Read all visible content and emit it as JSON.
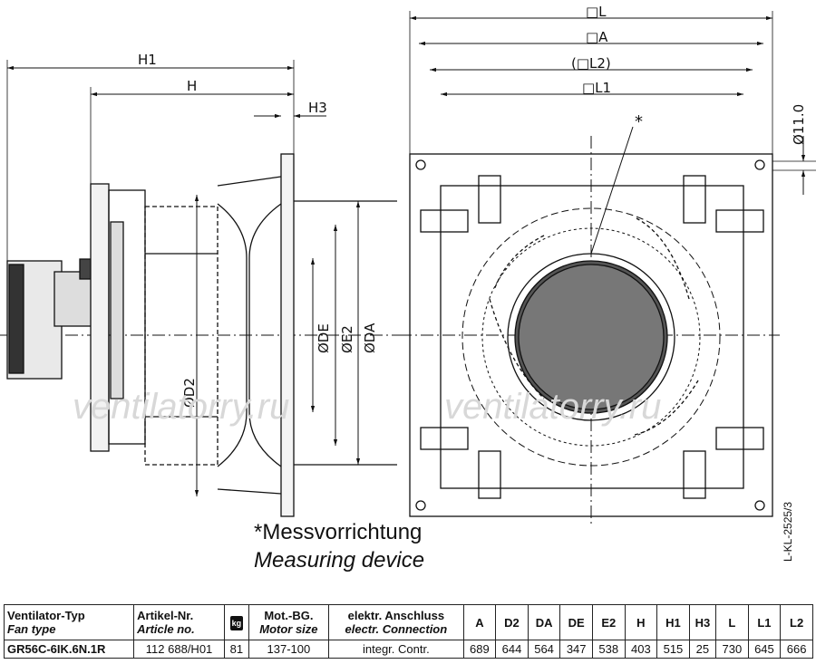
{
  "drawing": {
    "side_view": {
      "dims": {
        "h1": "H1",
        "h": "H",
        "h3": "H3",
        "de": "ØDE",
        "e2": "ØE2",
        "da": "ØDA",
        "d2": "ØD2"
      }
    },
    "front_view": {
      "dims": {
        "l": "□L",
        "a": "□A",
        "l2": "(□L2)",
        "l1": "□L1",
        "hole": "Ø11.0",
        "marker": "*"
      }
    },
    "watermark": "ventilatorry.ru",
    "caption_de": "*Messvorrichtung",
    "caption_en": "Measuring device",
    "drawing_number": "L-KL-2525/3"
  },
  "table": {
    "headers": {
      "type_de": "Ventilator-Typ",
      "type_en": "Fan type",
      "article_de": "Artikel-Nr.",
      "article_en": "Article no.",
      "weight_icon": "kg",
      "motor_de": "Mot.-BG.",
      "motor_en": "Motor size",
      "conn_de": "elektr. Anschluss",
      "conn_en": "electr. Connection",
      "cols": [
        "A",
        "D2",
        "DA",
        "DE",
        "E2",
        "H",
        "H1",
        "H3",
        "L",
        "L1",
        "L2"
      ]
    },
    "row": {
      "type": "GR56C-6IK.6N.1R",
      "article": "112 688/H01",
      "weight": "81",
      "motor": "137-100",
      "conn": "integr. Contr.",
      "values": [
        "689",
        "644",
        "564",
        "347",
        "538",
        "403",
        "515",
        "25",
        "730",
        "645",
        "666"
      ]
    }
  }
}
